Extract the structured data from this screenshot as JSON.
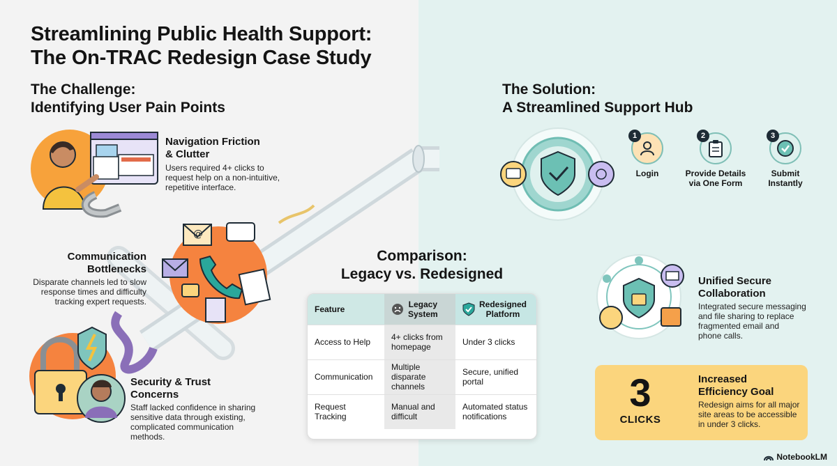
{
  "title_line1": "Streamlining Public Health Support:",
  "title_line2": "The On-TRAC Redesign Case Study",
  "challenge": {
    "heading_line1": "The Challenge:",
    "heading_line2": "Identifying User Pain Points",
    "items": [
      {
        "title_line1": "Navigation Friction",
        "title_line2": "& Clutter",
        "desc": [
          "Users required 4+ clicks to",
          "request help on a non-intuitive,",
          "repetitive interface."
        ]
      },
      {
        "title_line1": "Communication",
        "title_line2": "Bottlenecks",
        "desc": [
          "Disparate channels led to slow",
          "response times and difficulty",
          "tracking expert requests."
        ]
      },
      {
        "title_line1": "Security & Trust",
        "title_line2": "Concerns",
        "desc": [
          "Staff lacked confidence in sharing",
          "sensitive data through existing,",
          "complicated communication",
          "methods."
        ]
      }
    ]
  },
  "comparison": {
    "heading_line1": "Comparison:",
    "heading_line2": "Legacy vs. Redesigned",
    "headers": {
      "feature": "Feature",
      "legacy_line1": "Legacy",
      "legacy_line2": "System",
      "redesigned_line1": "Redesigned",
      "redesigned_line2": "Platform"
    },
    "rows": [
      {
        "feature": [
          "Access to Help"
        ],
        "legacy": [
          "4+ clicks from",
          "homepage"
        ],
        "redesigned": [
          "Under 3 clicks"
        ]
      },
      {
        "feature": [
          "Communication"
        ],
        "legacy": [
          "Multiple",
          "disparate",
          "channels"
        ],
        "redesigned": [
          "Secure, unified",
          "portal"
        ]
      },
      {
        "feature": [
          "Request",
          "Tracking"
        ],
        "legacy": [
          "Manual and",
          "difficult"
        ],
        "redesigned": [
          "Automated status",
          "notifications"
        ]
      }
    ]
  },
  "solution": {
    "heading_line1": "The Solution:",
    "heading_line2": "A Streamlined Support Hub",
    "steps": [
      {
        "num": "1",
        "label_line1": "Login",
        "label_line2": ""
      },
      {
        "num": "2",
        "label_line1": "Provide Details",
        "label_line2": "via One Form"
      },
      {
        "num": "3",
        "label_line1": "Submit",
        "label_line2": "Instantly"
      }
    ],
    "collab": {
      "title_line1": "Unified Secure",
      "title_line2": "Collaboration",
      "desc": [
        "Integrated secure messaging",
        "and file sharing to replace",
        "fragmented email and",
        "phone calls."
      ]
    },
    "efficiency": {
      "number": "3",
      "unit": "CLICKS",
      "title_line1": "Increased",
      "title_line2": "Efficiency Goal",
      "desc": [
        "Redesign aims for all major",
        "site areas to be accessible",
        "in under 3 clicks."
      ]
    }
  },
  "brand": "NotebookLM",
  "colors": {
    "orange": "#f5833f",
    "yellow": "#fbd57d",
    "teal": "#7fc5bd",
    "dark": "#1e2b35",
    "right_bg": "#e3f2f0"
  }
}
